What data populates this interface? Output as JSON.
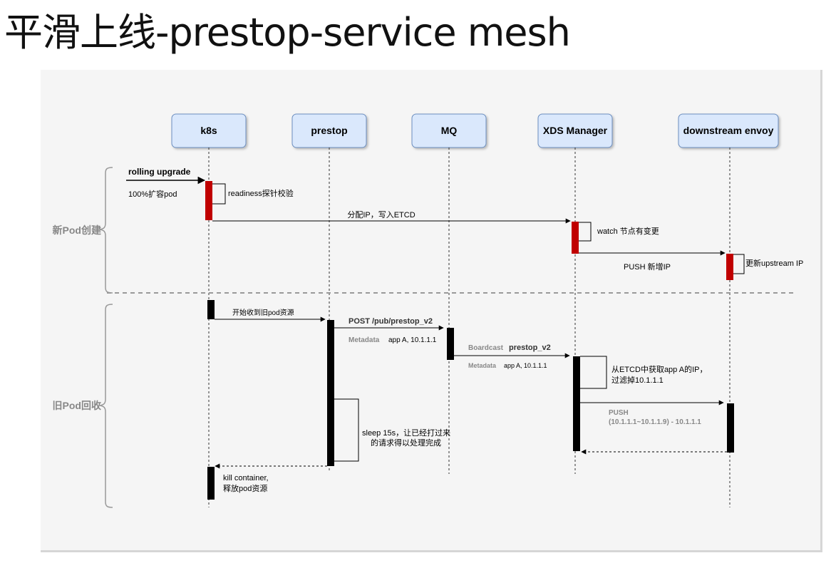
{
  "title": "平滑上线-prestop-service mesh",
  "participants": [
    {
      "id": "k8s",
      "label": "k8s"
    },
    {
      "id": "prestop",
      "label": "prestop"
    },
    {
      "id": "mq",
      "label": "MQ"
    },
    {
      "id": "xds",
      "label": "XDS Manager"
    },
    {
      "id": "envoy",
      "label": "downstream envoy"
    }
  ],
  "phases": {
    "new_pod": "新Pod创建",
    "old_pod": "旧Pod回收"
  },
  "messages": {
    "rolling_upgrade": "rolling upgrade",
    "scale_out": "100%扩容pod",
    "readiness": "readiness探针校验",
    "assign_ip": "分配IP，写入ETCD",
    "watch": "watch 节点有变更",
    "push_new_ip": "PUSH 新增IP",
    "update_upstream": "更新upstream IP",
    "start_reclaim": "开始收到旧pod资源",
    "post": "POST  /pub/prestop_v2",
    "metadata_key_1": "Metadata",
    "metadata_val_1": "app A, 10.1.1.1",
    "broadcast": "Boardcast",
    "broadcast_topic": "prestop_v2",
    "metadata_key_2": "Metadata",
    "metadata_val_2": "app A, 10.1.1.1",
    "fetch_ip_line1": "从ETCD中获取app A的IP，",
    "fetch_ip_line2": "过滤掉10.1.1.1",
    "push": "PUSH",
    "push_range": "(10.1.1.1~10.1.1.9) - 10.1.1.1",
    "sleep_line1": "sleep 15s，让已经打过来",
    "sleep_line2": "的请求得以处理完成",
    "kill_line1": "kill container,",
    "kill_line2": "释放pod资源"
  },
  "colors": {
    "box_fill": "#dae8fc",
    "box_stroke": "#6c8ebf",
    "active_red": "#c00000",
    "active_black": "#000000",
    "panel_bg": "#f5f5f5",
    "brace": "#999999",
    "gray_text": "#888888"
  }
}
